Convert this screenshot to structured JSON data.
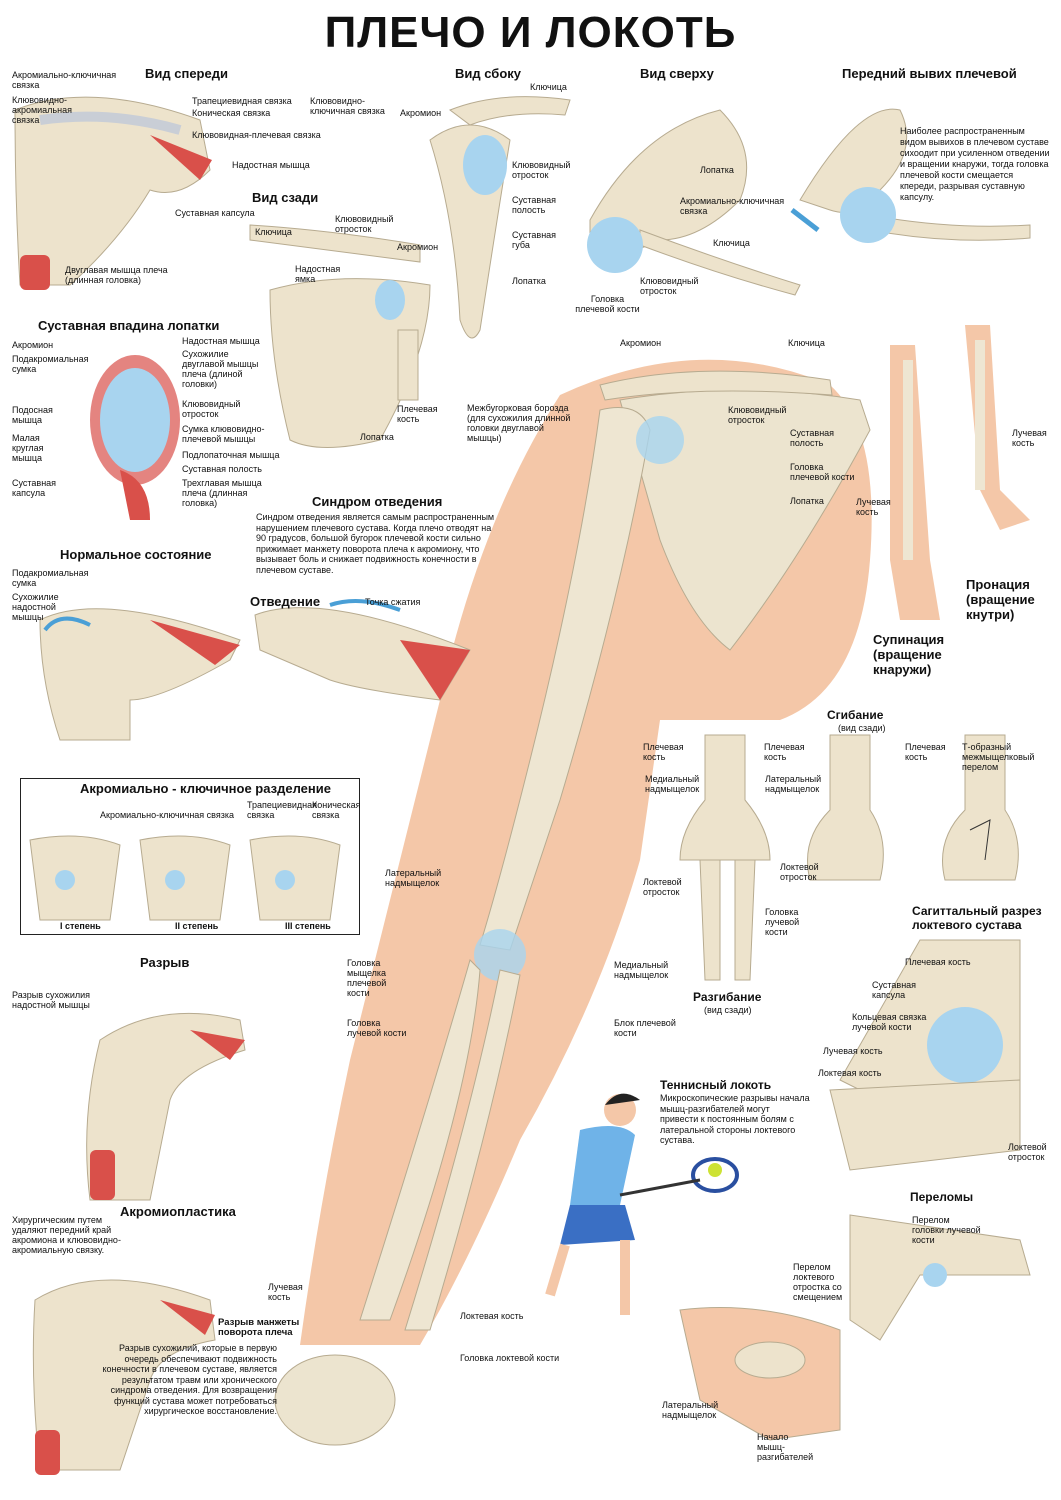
{
  "title": "ПЛЕЧО И ЛОКОТЬ",
  "front": {
    "heading": "Вид спереди",
    "labels": [
      "Акромиально-ключичная связка",
      "Клювовидно-акромиальная связка",
      "Трапециевидная связка",
      "Коническая связка",
      "Клювовидно-ключичная связка",
      "Клювовидная-плечевая связка",
      "Надостная мышца",
      "Суставная капсула",
      "Двуглавая мышца плеча (длинная головка)"
    ]
  },
  "side": {
    "heading": "Вид сбоку",
    "labels": [
      "Ключица",
      "Акромион",
      "Клювовидный отросток",
      "Суставная полость",
      "Суставная губа",
      "Лопатка"
    ]
  },
  "top": {
    "heading": "Вид сверху",
    "labels": [
      "Лопатка",
      "Акромиально-ключичная связка",
      "Ключица",
      "Клювовидный отросток",
      "Головка плечевой кости"
    ]
  },
  "dislocation": {
    "heading": "Передний вывих плечевой",
    "text": "Наиболее распространенным видом вывихов в плечевом суставе сихоодит при усиленном отведении и вращении кнаружи, тогда головка плечевой кости смещается кпереди, разрывая суставную капсулу."
  },
  "back": {
    "heading": "Вид сзади",
    "labels": [
      "Ключица",
      "Клювовидный отросток",
      "Акромион",
      "Надостная ямка",
      "Лопатка",
      "Плечевая кость"
    ]
  },
  "glenoid": {
    "heading": "Суставная впадина лопатки",
    "labels_left": [
      "Акромион",
      "Подакромиальная сумка",
      "Подосная мышца",
      "Малая круглая мышца",
      "Суставная капсула"
    ],
    "labels_right": [
      "Надостная мышца",
      "Сухожилие двуглавой мышцы плеча (длиной головки)",
      "Клювовидный отросток",
      "Сумка клювовидно-плечевой мышцы",
      "Подлопаточная мышца",
      "Суставная полость",
      "Трехглавая мышца плеча (длинная головка)"
    ]
  },
  "impingement": {
    "heading": "Синдром отведения",
    "text": "Синдром отведения является самым распространенным нарушением плечевого сустава. Когда плечо отводят на 90 градусов, большой бугорок плечевой кости сильно прижимает манжету поворота плеча к акромиону, что вызывает боль и снижает подвижность конечности в плечевом суставе."
  },
  "normal": {
    "heading": "Нормальное состояние",
    "labels": [
      "Подакромиальная сумка",
      "Сухожилие надостной мышцы"
    ]
  },
  "abduction": {
    "heading": "Отведение",
    "labels": [
      "Точка сжатия"
    ]
  },
  "separation": {
    "heading": "Акромиально - ключичное разделение",
    "labels": [
      "Акромиально-ключичная связка",
      "Трапециевидная связка",
      "Коническая связка"
    ],
    "grades": [
      "I степень",
      "II степень",
      "III степень"
    ]
  },
  "tear": {
    "heading": "Разрыв",
    "labels": [
      "Разрыв сухожилия надостной мышцы"
    ]
  },
  "acromioplasty": {
    "heading": "Акромиопластика",
    "text": "Хирургическим путем удаляют передний край акромиона и клювовидно-акромиальную связку."
  },
  "cuff": {
    "heading": "Разрыв манжеты поворота плеча",
    "text": "Разрыв сухожилий, которые в первую очередь обеспечивают подвижность конечности в плечевом суставе, является результатом травм или хронического синдрома отведения. Для возвращения функций сустава может потребоваться хирургическое восстановление."
  },
  "arm": {
    "labels": [
      "Акромион",
      "Ключица",
      "Межбугорковая борозда (для сухожилия длинной головки двуглавой мышцы)",
      "Клювовидный отросток",
      "Суставная полость",
      "Головка плечевой кости",
      "Лопатка",
      "Плечевая кость",
      "Латеральный надмыщелок",
      "Головка мыщелка плечевой кости",
      "Медиальный надмыщелок",
      "Головка лучевой кости",
      "Блок плечевой кости",
      "Лучевая кость",
      "Локтевая кость",
      "Головка локтевой кости"
    ]
  },
  "rotation": {
    "supination": "Супинация (вращение кнаружи)",
    "pronation": "Пронация (вращение кнутри)",
    "labels": [
      "Лучевая кость",
      "Лучевая кость"
    ]
  },
  "flexion": {
    "heading": "Сгибание",
    "subheading": "(вид сзади)",
    "labels": [
      "Плечевая кость",
      "Плечевая кость",
      "Медиальный надмыщелок",
      "Латеральный надмыщелок",
      "Локтевой отросток",
      "Локтевой отросток",
      "Головка лучевой кости",
      "Т-образный межмыщелковый перелом"
    ]
  },
  "extension": {
    "heading": "Разгибание",
    "subheading": "(вид сзади)"
  },
  "sagittal": {
    "heading": "Сагиттальный разрез локтевого сустава",
    "labels": [
      "Плечевая кость",
      "Суставная капсула",
      "Кольцевая связка лучевой кости",
      "Лучевая кость",
      "Локтевая кость",
      "Локтевой отросток"
    ]
  },
  "tennis": {
    "heading": "Теннисный локоть",
    "text": "Микроскопические разрывы начала мышц-разгибателей могут привести к постоянным болям с латеральной стороны локтевого сустава."
  },
  "fractures": {
    "heading": "Переломы",
    "labels": [
      "Перелом головки лучевой кости",
      "Перелом локтевого отростка со смещением"
    ]
  },
  "elbow_bottom": {
    "labels": [
      "Латеральный надмыщелок",
      "Начало мышц-разгибателей"
    ]
  },
  "colors": {
    "bone": "#ede3cc",
    "skin": "#f4c7a8",
    "muscle": "#d9504a",
    "cartilage": "#a8d4ef",
    "ligament": "#c9ced6"
  }
}
